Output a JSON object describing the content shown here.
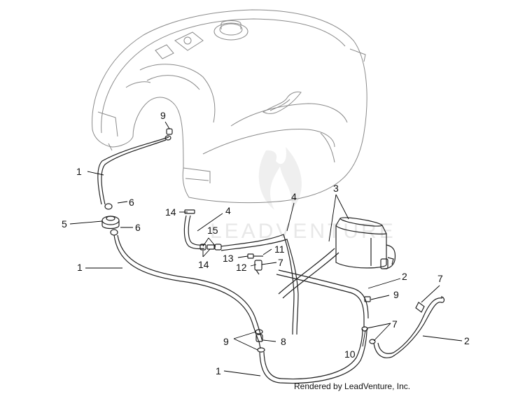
{
  "callouts": {
    "c1a": "1",
    "c1b": "1",
    "c1c": "1",
    "c2a": "2",
    "c2b": "2",
    "c3": "3",
    "c4a": "4",
    "c4b": "4",
    "c5": "5",
    "c6a": "6",
    "c6b": "6",
    "c7a": "7",
    "c7b": "7",
    "c7c": "7",
    "c8": "8",
    "c9a": "9",
    "c9b": "9",
    "c9c": "9",
    "c10": "10",
    "c11": "11",
    "c12": "12",
    "c13": "13",
    "c14a": "14",
    "c14b": "14",
    "c15": "15"
  },
  "watermark": "LEADVENTURE",
  "credit": "Rendered by LeadVenture, Inc."
}
